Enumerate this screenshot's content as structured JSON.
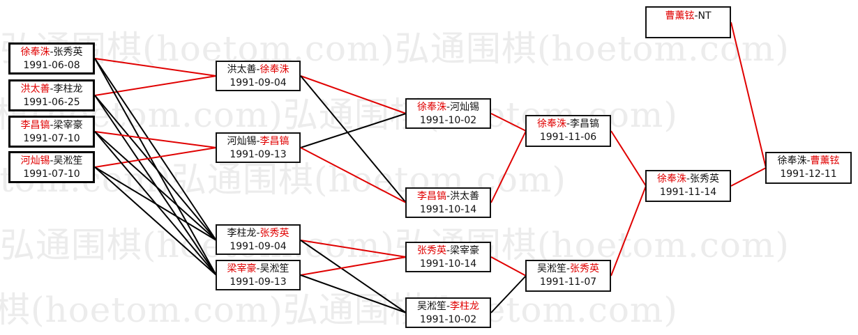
{
  "watermark": {
    "text": "弘通围棋(hoetom.com)弘通围棋(hoetom.com)"
  },
  "colors": {
    "winner": "#e00000",
    "loser": "#111111",
    "winner_line": "#e00000",
    "other_line": "#000000"
  },
  "round1": [
    {
      "a": "徐奉洙",
      "b": "张秀英",
      "winner": "a",
      "date": "1991-06-08"
    },
    {
      "a": "洪太善",
      "b": "李柱龙",
      "winner": "a",
      "date": "1991-06-25"
    },
    {
      "a": "李昌镐",
      "b": "梁宰豪",
      "winner": "a",
      "date": "1991-07-10"
    },
    {
      "a": "河灿锡",
      "b": "吴淞笙",
      "winner": "a",
      "date": "1991-07-10"
    }
  ],
  "round2": [
    {
      "a": "洪太善",
      "b": "徐奉洙",
      "winner": "b",
      "date": "1991-09-04"
    },
    {
      "a": "河灿锡",
      "b": "李昌镐",
      "winner": "b",
      "date": "1991-09-13"
    },
    {
      "a": "李柱龙",
      "b": "张秀英",
      "winner": "b",
      "date": "1991-09-04"
    },
    {
      "a": "梁宰豪",
      "b": "吴淞笙",
      "winner": "a",
      "date": "1991-09-13"
    }
  ],
  "round3": [
    {
      "a": "徐奉洙",
      "b": "河灿锡",
      "winner": "a",
      "date": "1991-10-02"
    },
    {
      "a": "李昌镐",
      "b": "洪太善",
      "winner": "a",
      "date": "1991-10-14"
    },
    {
      "a": "张秀英",
      "b": "梁宰豪",
      "winner": "a",
      "date": "1991-10-14"
    },
    {
      "a": "吴淞笙",
      "b": "李柱龙",
      "winner": "b",
      "date": "1991-10-02"
    }
  ],
  "round4": [
    {
      "a": "徐奉洙",
      "b": "李昌镐",
      "winner": "a",
      "date": "1991-11-06"
    },
    {
      "a": "吴淞笙",
      "b": "张秀英",
      "winner": "b",
      "date": "1991-11-07"
    }
  ],
  "semifinal": {
    "a": "徐奉洙",
    "b": "张秀英",
    "winner": "a",
    "date": "1991-11-14"
  },
  "seed": {
    "a": "曹薰铉",
    "b": "NT",
    "winner": "a"
  },
  "final": {
    "a": "徐奉洙",
    "b": "曹薰铉",
    "winner": "b",
    "date": "1991-12-11"
  }
}
